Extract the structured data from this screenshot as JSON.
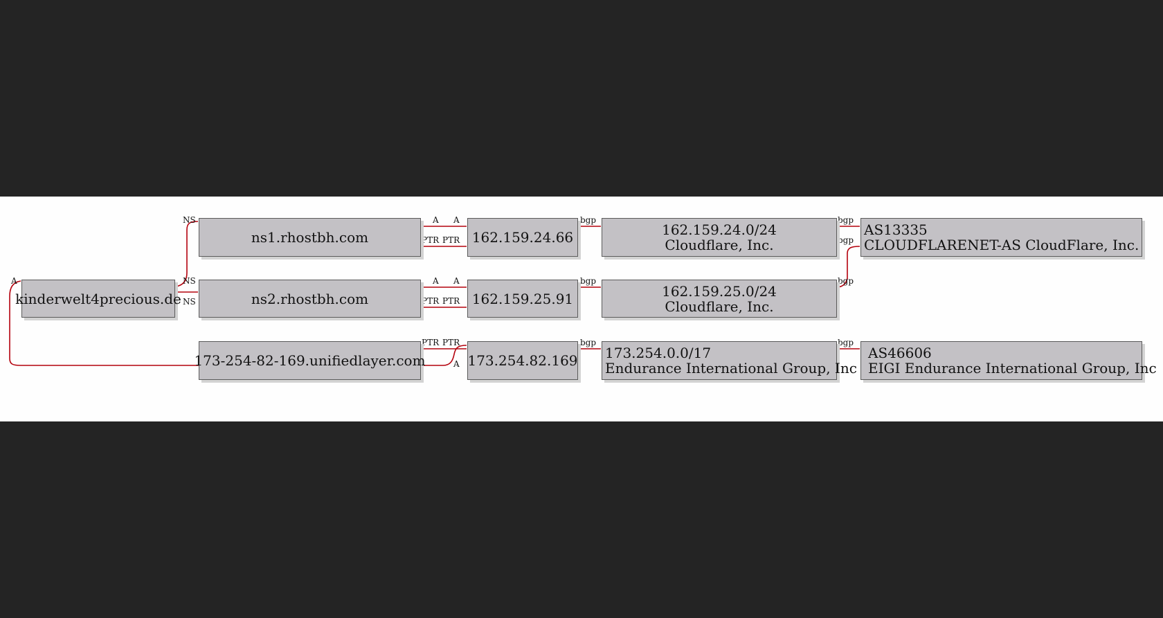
{
  "nodes": {
    "domain": "kinderwelt4precious.de",
    "ns1": "ns1.rhostbh.com",
    "ns2": "ns2.rhostbh.com",
    "unified": "173-254-82-169.unifiedlayer.com",
    "ip1": "162.159.24.66",
    "ip2": "162.159.25.91",
    "ip3": "173.254.82.169",
    "net1": {
      "prefix": "162.159.24.0/24",
      "org": "Cloudflare, Inc."
    },
    "net2": {
      "prefix": "162.159.25.0/24",
      "org": "Cloudflare, Inc."
    },
    "net3": {
      "prefix": "173.254.0.0/17",
      "org": "Endurance International Group, Inc"
    },
    "as1": {
      "asn": "AS13335",
      "name": "CLOUDFLARENET-AS CloudFlare, Inc."
    },
    "as2": {
      "asn": "AS46606",
      "name": "EIGI Endurance International Group, Inc"
    }
  },
  "edge_labels": {
    "ns": "NS",
    "a": "A",
    "ptr": "PTR",
    "bgp": "bgp"
  },
  "colors": {
    "edge": "#b4000c",
    "node_fill": "#c3c1c5",
    "background": "#242424"
  }
}
